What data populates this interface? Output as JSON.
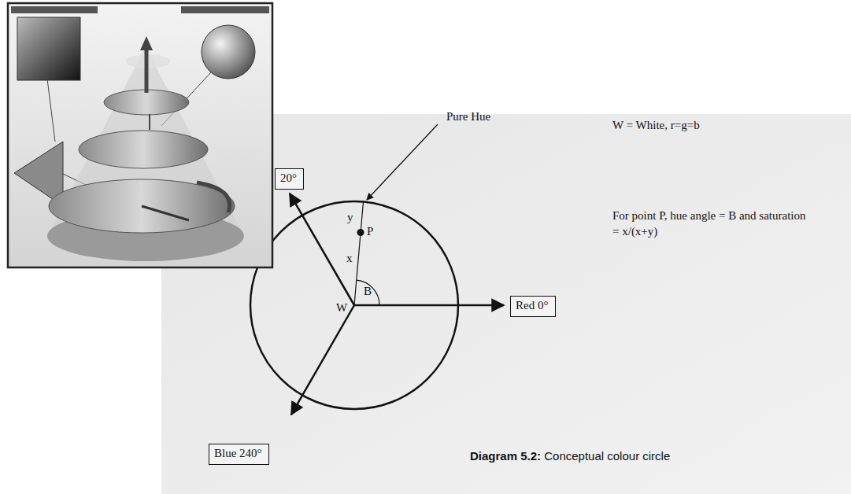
{
  "diagram": {
    "caption": "Diagram 5.2: Conceptual colour circle",
    "nodes": [
      {
        "text": [
          "20°"
        ]
      },
      {
        "text": [
          "Red 0°"
        ]
      },
      {
        "text": [
          "Blue 240°"
        ]
      }
    ],
    "labels": [
      "Pure Hue",
      "W = White, r=g=b",
      "y",
      "P",
      "x",
      "B",
      "W",
      "For point P, hue angle = B and saturation = x/(x+y)"
    ]
  }
}
